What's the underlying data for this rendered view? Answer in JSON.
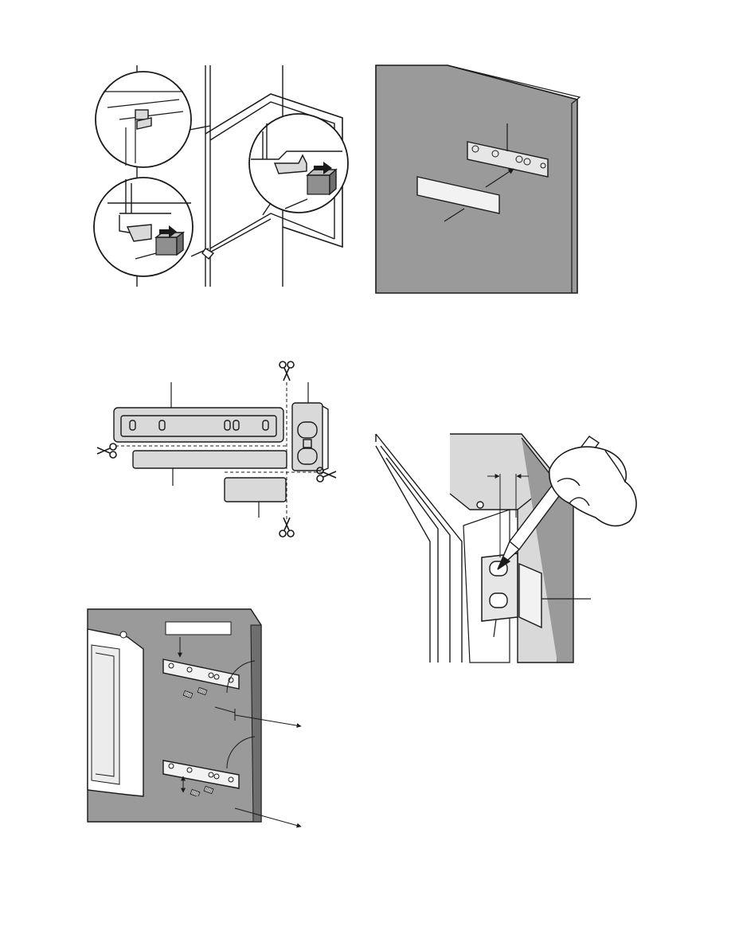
{
  "page": {
    "background": "#ffffff",
    "ink": "#1a1a1a",
    "panel_grey": "#9a9a9a",
    "light_grey": "#d9d9d9"
  },
  "figures": [
    {
      "id": "fig-1",
      "name": "door-bottom-and-top-hinge-covers"
    },
    {
      "id": "fig-2",
      "name": "hinge-bracket-on-furniture-door"
    },
    {
      "id": "fig-3",
      "name": "cut-template-with-scissors"
    },
    {
      "id": "fig-4",
      "name": "bracket-positions-on-door-panel"
    },
    {
      "id": "fig-5",
      "name": "marking-hinge-hole-with-pencil"
    }
  ],
  "icons": [
    "scissors-icon",
    "arrow-icon",
    "screw-icon",
    "hand-icon",
    "pencil-icon"
  ]
}
